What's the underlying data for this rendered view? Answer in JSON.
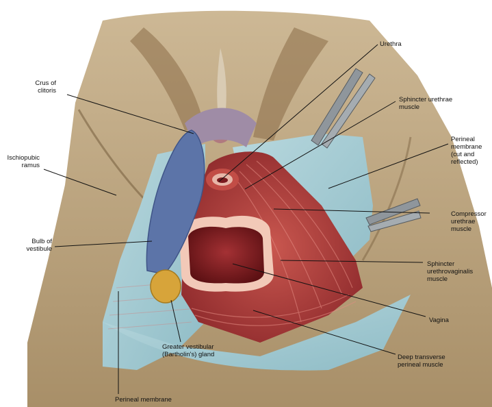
{
  "labels": {
    "crus_of_clitoris": "Crus of\nclitoris",
    "ischiopubic_ramus": "Ischiopubic\nramus",
    "bulb_of_vestibule": "Bulb of\nvestibule",
    "greater_vestibular_gland": "Greater vestibular\n(Bartholin's) gland",
    "perineal_membrane": "Perineal membrane",
    "urethra": "Urethra",
    "sphincter_urethrae_muscle": "Sphincter urethrae\nmuscle",
    "perineal_membrane_reflected": "Perineal\nmembrane\n(cut and\nreflected)",
    "compressor_urethrae_muscle": "Compressor\nurethrae\nmuscle",
    "sphincter_urethrovaginalis_muscle": "Sphincter\nurethrovaginalis\nmuscle",
    "vagina": "Vagina",
    "deep_transverse_perineal_muscle": "Deep transverse\nperineal muscle"
  },
  "colors": {
    "skin": "#b9a27c",
    "skin_shadow": "#6e5535",
    "membrane": "#a7ccd4",
    "muscle": "#b53a3a",
    "muscle_dark": "#7a1a1e",
    "bulb": "#5c74a8",
    "gland": "#d7a43a",
    "instrument": "#8f969c"
  }
}
